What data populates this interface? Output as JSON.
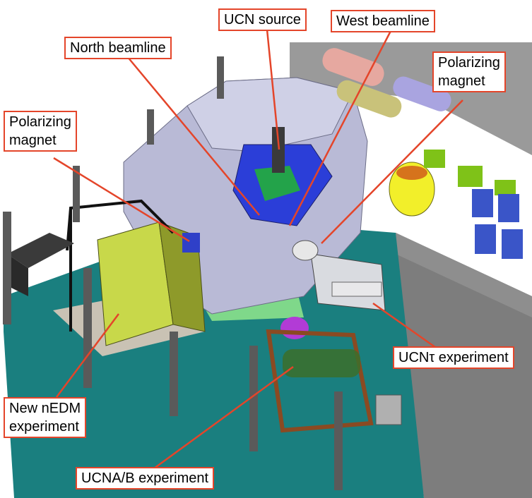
{
  "labels": {
    "ucn_source": "UCN source",
    "west_beamline": "West beamline",
    "north_beamline": "North beamline",
    "polarizing_magnet_right": [
      "Polarizing",
      "magnet"
    ],
    "polarizing_magnet_left": [
      "Polarizing",
      "magnet"
    ],
    "ucn_tau": "UCNτ experiment",
    "new_nedm": [
      "New nEDM",
      "experiment"
    ],
    "ucna_b": "UCNA/B experiment"
  },
  "colors": {
    "callout_border": "#e4452a",
    "leader_line": "#e4452a",
    "floor": "#1a7f7f",
    "shield_blocks": "#b9bad6",
    "detector_frame": "#c8d84a",
    "ucna_frame": "#8a4a22"
  }
}
